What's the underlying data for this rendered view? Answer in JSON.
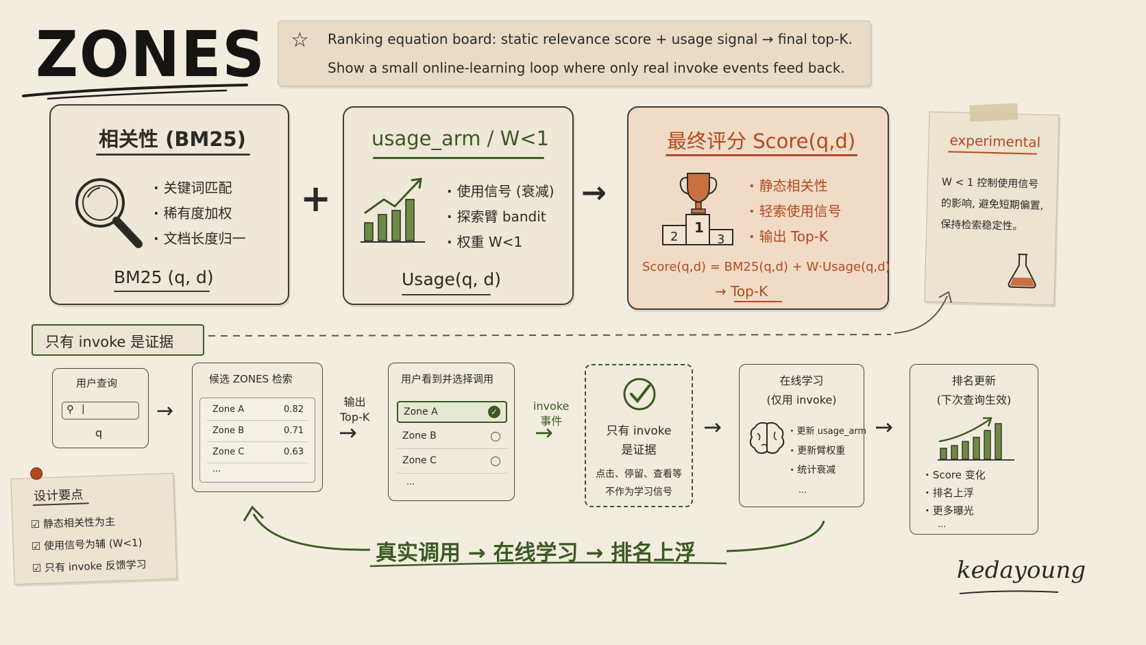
{
  "title": "ZONES",
  "banner": {
    "line1": "Ranking equation board: static relevance score + usage signal → final top-K.",
    "line2": "Show a small online-learning loop where only real invoke events feed back."
  },
  "panels": {
    "bm25": {
      "title": "相关性 (BM25)",
      "bullets": [
        "关键词匹配",
        "稀有度加权",
        "文档长度归一"
      ],
      "formula": "BM25 (q, d)"
    },
    "usage": {
      "title": "usage_arm / W<1",
      "bullets": [
        "使用信号 (衰减)",
        "探索臂 bandit",
        "权重 W<1"
      ],
      "formula": "Usage(q, d)"
    },
    "final": {
      "title": "最终评分  Score(q,d)",
      "bullets": [
        "静态相关性",
        "轻索使用信号",
        "输出 Top-K"
      ],
      "formula": "Score(q,d) = BM25(q,d) + W·Usage(q,d)",
      "output": "→ Top-K",
      "podium": [
        "2",
        "1",
        "3"
      ]
    },
    "note": {
      "tag": "experimental",
      "text": "W < 1 控制使用信号的影响, 避免短期偏置, 保持检索稳定性。"
    }
  },
  "operators": {
    "plus": "+",
    "arrow": "→"
  },
  "evidence_label": "只有 invoke 是证据",
  "flow": {
    "query": {
      "title": "用户查询",
      "input_value": "|",
      "q": "q"
    },
    "candidates": {
      "title": "候选 ZONES 检索",
      "rows": [
        {
          "name": "Zone A",
          "score": "0.82"
        },
        {
          "name": "Zone B",
          "score": "0.71"
        },
        {
          "name": "Zone C",
          "score": "0.63"
        }
      ],
      "more": "..."
    },
    "out_label": [
      "输出",
      "Top-K"
    ],
    "select": {
      "title": "用户看到并选择调用",
      "rows": [
        "Zone A",
        "Zone B",
        "Zone C"
      ],
      "more": "..."
    },
    "invoke_label": [
      "invoke",
      "事件"
    ],
    "evidence": {
      "title": [
        "只有 invoke",
        "是证据"
      ],
      "note": [
        "点击、停留、查看等",
        "不作为学习信号"
      ]
    },
    "learn": {
      "title": [
        "在线学习",
        "(仅用 invoke)"
      ],
      "bullets": [
        "更新 usage_arm",
        "更新臂权重",
        "统计衰减"
      ],
      "more": "..."
    },
    "rank": {
      "title": [
        "排名更新",
        "(下次查询生效)"
      ],
      "bullets": [
        "Score 变化",
        "排名上浮",
        "更多曝光"
      ],
      "more": "..."
    }
  },
  "loop_caption": "真实调用 → 在线学习 → 排名上浮",
  "design": {
    "title": "设计要点",
    "items": [
      "静态相关性为主",
      "使用信号为辅 (W<1)",
      "只有 invoke 反馈学习"
    ]
  },
  "signature": "kedayoung",
  "colors": {
    "green": "#3b5a22",
    "orange": "#b5481e",
    "ink": "#2b2a26",
    "paper": "#f3ede0"
  }
}
